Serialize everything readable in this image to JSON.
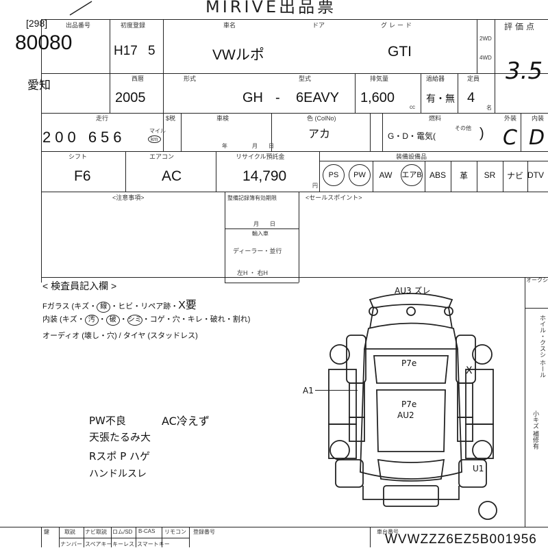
{
  "header": {
    "title": "MIRIVE出品票"
  },
  "lot": {
    "code_bracket": "[298]",
    "number": "80080",
    "region": "愛知"
  },
  "labels": {
    "lot_no": "出品番号",
    "first_reg": "初度登録",
    "car_name": "車名",
    "door": "ドア",
    "grade": "グレード",
    "year": "西暦",
    "form": "形式",
    "model": "型式",
    "displacement": "排気量",
    "turbo": "過給器",
    "capacity": "定員",
    "mileage": "走行",
    "tax": "$税",
    "inspection": "車検",
    "color": "色 (ColNo)",
    "fuel": "燃料",
    "shift": "シフト",
    "aircon": "エアコン",
    "recycle": "リサイクル預託金",
    "equipment": "装備設備品",
    "notes": "<注意事項>",
    "sales_point": "<セールスポイント>",
    "maint_until": "整備記録簿有効期限",
    "import": "輸入車",
    "dealer": "ディーラー・並行",
    "lhd_rhd": "左H ・ 右H",
    "inspector": "< 検査員記入欄 >",
    "evaluation": "評価点",
    "interior": "内装",
    "exterior": "外装",
    "chassis": "車台番号",
    "month_day": "月　　日"
  },
  "vehicle": {
    "reg_era": "H17",
    "reg_month": "5",
    "year_ad": "2005",
    "name": "VWルポ",
    "grade": "GTI",
    "model_prefix": "GH",
    "model_dash": "-",
    "model_code": "6EAVY",
    "displacement": "1,600",
    "cc": "cc",
    "turbo": "有・無",
    "capacity": "4",
    "capacity_unit": "名",
    "mileage": "200 656",
    "mileage_unit_mile": "マイル",
    "mileage_unit_km": "km",
    "color": "アカ",
    "fuel": "G・D・電気(",
    "fuel_other": "その他",
    "fuel_close": ")",
    "shift": "F6",
    "aircon": "AC",
    "recycle": "14,790",
    "recycle_unit": "円",
    "insp_year": "年",
    "insp_month": "月",
    "insp_day": "日",
    "drive_2wd": "2WD",
    "drive_4wd": "4WD"
  },
  "scores": {
    "overall": "3.5",
    "exterior": "C",
    "interior": "D"
  },
  "equipment": [
    "PS",
    "PW",
    "AW",
    "エアB",
    "ABS",
    "革",
    "SR",
    "ナビ",
    "DTV"
  ],
  "inspector_lines": {
    "glass": "Fガラス (キズ・",
    "glass_circled": "線",
    "glass_rest": "・ヒビ・リペア跡・",
    "glass_flag": "X要",
    "interior": "内装 (キズ・",
    "interior_items": [
      "汚",
      "破",
      "シミ"
    ],
    "interior_rest": "・コゲ・穴・キレ・破れ・割れ)",
    "audio": "オーディオ (壊し・穴) / タイヤ (スタッドレス)"
  },
  "handwritten": {
    "notes": [
      "PW不良",
      "天張たるみ大",
      "Rスポ P ハゲ",
      "ハンドルスレ"
    ],
    "ac": "AC冷えず",
    "au3": "AU3 ズレ",
    "pate_roof": "P7e",
    "pate_center": "P7e",
    "au2": "AU2",
    "a1": "A1",
    "u1": "U1",
    "x_mark": "X"
  },
  "right_column": {
    "text": "ホイル・クスシ ホール",
    "auction": "オークション",
    "supplement": "小キズ 補修有"
  },
  "bottom": {
    "labels": [
      "鍵",
      "取説",
      "ナビ取説",
      "ロム/SD",
      "B-CAS",
      "リモコン",
      "登録番号",
      "車台番号"
    ],
    "row2": [
      "ナンバー",
      "スペアキー",
      "キーレス",
      "スマートキー"
    ],
    "vin": "WVWZZZ6EZ5B001956"
  }
}
